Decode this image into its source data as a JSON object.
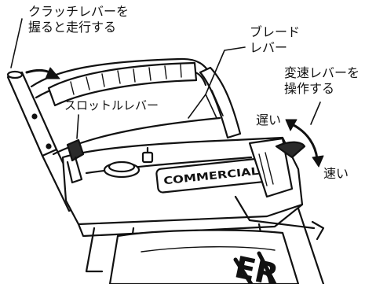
{
  "labels": {
    "clutch_line1": "クラッチレバーを",
    "clutch_line2": "握ると走行する",
    "blade_line1": "ブレード",
    "blade_line2": "レバー",
    "shift_line1": "変速レバーを",
    "shift_line2": "操作する",
    "throttle": "スロットルレバー",
    "slow": "遅い",
    "fast": "速い"
  },
  "brand_plate": "COMMERCIAL",
  "deck_letters": "ER",
  "colors": {
    "ink": "#111111",
    "paper": "#ffffff",
    "shade": "#2a2a2a"
  }
}
